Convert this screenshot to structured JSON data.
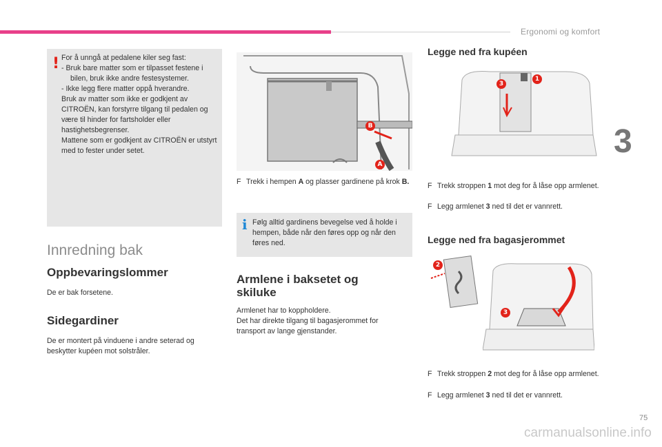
{
  "header": {
    "section_title": "Ergonomi og komfort",
    "chapter": "3",
    "page_number": "75"
  },
  "watermark": "carmanualsonline.info",
  "warning": {
    "line1": "For å unngå at pedalene kiler seg fast:",
    "item1": "-   Bruk bare matter som er tilpasset festene i bilen, bruk ikke andre festesystemer.",
    "item2": "-   Ikke legg flere matter oppå hverandre.",
    "para1": "Bruk av matter som ikke er godkjent av CITROËN, kan forstyrre tilgang til pedalen og være til hinder for fartsholder eller hastighetsbegrenser.",
    "para2": "Mattene som er godkjent av CITROËN er utstyrt med to fester under setet."
  },
  "rear_interior": {
    "title": "Innredning bak",
    "storage": {
      "heading": "Oppbevaringslommer",
      "text": "De er bak forsetene."
    },
    "curtains": {
      "heading": "Sidegardiner",
      "text": "De er montert på vinduene i andre seterad og beskytter kupéen mot solstråler."
    }
  },
  "curtain_instructions": {
    "bullet_mark": "F",
    "step_a": "Trekk i hempen ",
    "step_a_bold": "A",
    "step_b": " og plasser gardinene på krok ",
    "step_b_bold": "B.",
    "figure_labels": {
      "a": "A",
      "b": "B"
    },
    "info_mark": "i",
    "info": "Følg alltid gardinens bevegelse ved å holde i hempen, både når den føres opp og når den føres ned."
  },
  "armrest": {
    "heading": "Armlene i baksetet og skiluke",
    "line1": "Armlenet har to koppholdere.",
    "line2": "Det har direkte tilgang til bagasjerommet for transport av lange gjenstander."
  },
  "cabin": {
    "heading": "Legge ned fra kupéen",
    "figure_labels": {
      "one": "1",
      "three": "3"
    },
    "s1a": "Trekk stroppen ",
    "s1n": "1",
    "s1b": " mot deg for å låse opp armlenet.",
    "s2a": "Legg armlenet ",
    "s2n": "3",
    "s2b": " ned til det er vannrett."
  },
  "boot": {
    "heading": "Legge ned fra bagasjerommet",
    "figure_labels": {
      "two": "2",
      "three": "3"
    },
    "s1a": "Trekk stroppen ",
    "s1n": "2",
    "s1b": " mot deg for å låse opp armlenet.",
    "s2a": "Legg armlenet ",
    "s2n": "3",
    "s2b": " ned til det er vannrett."
  },
  "colors": {
    "accent_pink": "#e8408a",
    "warning_red": "#e2231a",
    "info_blue": "#1e88d6"
  }
}
